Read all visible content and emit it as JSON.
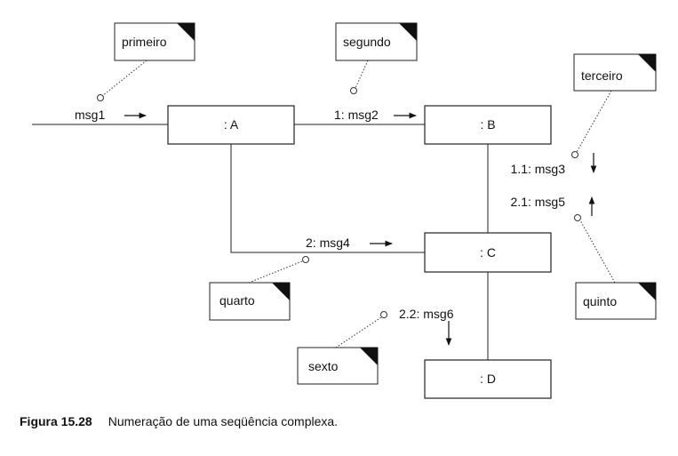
{
  "objects": {
    "a": ": A",
    "b": ": B",
    "c": ": C",
    "d": ": D"
  },
  "messages": {
    "msg1": "msg1",
    "msg2": "1: msg2",
    "msg3": "1.1: msg3",
    "msg5": "2.1: msg5",
    "msg4": "2: msg4",
    "msg6": "2.2: msg6"
  },
  "notes": {
    "primeiro": "primeiro",
    "segundo": "segundo",
    "terceiro": "terceiro",
    "quarto": "quarto",
    "quinto": "quinto",
    "sexto": "sexto"
  },
  "caption": {
    "number": "Figura 15.28",
    "text": "Numeração de uma seqüência complexa."
  }
}
